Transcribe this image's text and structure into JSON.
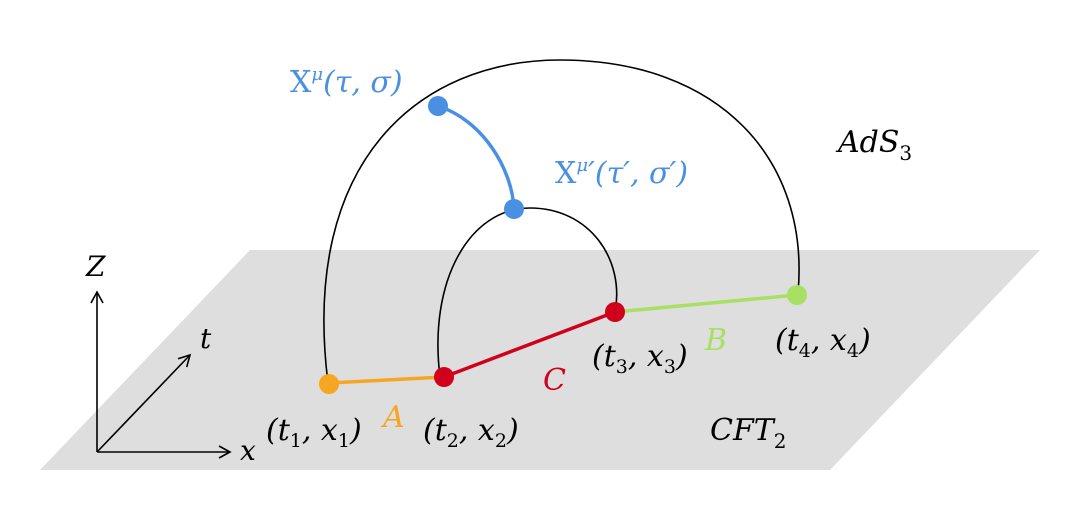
{
  "colors": {
    "plane": "#dedede",
    "curve": "#000000",
    "blue": "#4a90e2",
    "orange": "#f5a623",
    "red": "#d0021b",
    "green": "#a8e063"
  },
  "labels": {
    "ads": "AdS",
    "ads_sub": "3",
    "cft": "CFT",
    "cft_sub": "2",
    "axis_z": "Z",
    "axis_t": "t",
    "axis_x": "x",
    "region_a": "A",
    "region_b": "B",
    "region_c": "C",
    "x_mu": "X",
    "x_mu_sup": "μ",
    "x_mu_args": "(τ, σ)",
    "x_mu_prime": "X",
    "x_mu_prime_sup": "μ",
    "x_mu_prime_args": "′(τ′, σ′)"
  },
  "points": [
    {
      "id": "p1",
      "label": "(t",
      "sub1": "1",
      "mid": ", x",
      "sub2": "1",
      "end": ")",
      "color": "orange"
    },
    {
      "id": "p2",
      "label": "(t",
      "sub1": "2",
      "mid": ", x",
      "sub2": "2",
      "end": ")",
      "color": "red"
    },
    {
      "id": "p3",
      "label": "(t",
      "sub1": "3",
      "mid": ", x",
      "sub2": "3",
      "end": ")",
      "color": "red"
    },
    {
      "id": "p4",
      "label": "(t",
      "sub1": "4",
      "mid": ", x",
      "sub2": "4",
      "end": ")",
      "color": "green"
    }
  ]
}
